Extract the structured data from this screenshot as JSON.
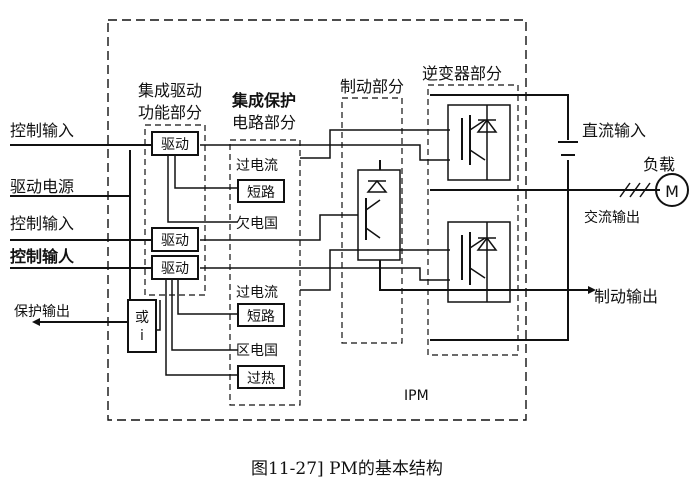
{
  "labels": {
    "drive_section": [
      "集成驱动",
      "功能部分"
    ],
    "protect_section": [
      "集成保护",
      "电路部分"
    ],
    "brake_section": "制动部分",
    "inverter_section": "逆变器部分",
    "dc_input": "直流输入",
    "load": "负载",
    "motor": "M",
    "ac_output": "交流输出",
    "brake_output": "制动输出",
    "protect_output": "保护输出",
    "ipm": "IPM",
    "inputs": [
      "控制输入",
      "驱动电源",
      "控制输入",
      "控制输人"
    ]
  },
  "blocks": {
    "drive": [
      "驱动",
      "驱动",
      "驱动"
    ],
    "short": [
      "短路",
      "短路"
    ],
    "overheat": "过热",
    "or_gate": [
      "或",
      "i"
    ]
  },
  "protect_labels": [
    "过电流",
    "欠电国",
    "过电流",
    "区电国"
  ],
  "caption": "图11-27] PM的基本结构"
}
